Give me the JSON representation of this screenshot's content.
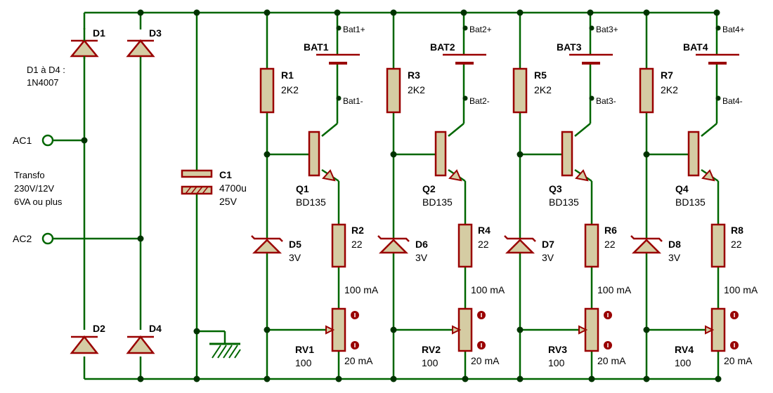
{
  "colors": {
    "wire": "#006600",
    "part": "#990000",
    "fill": "#d5cca3",
    "junction": "#003300",
    "text": "#000000"
  },
  "notes": {
    "diodes_line1": "D1 à D4 :",
    "diodes_line2": "1N4007",
    "transfo_line1": "Transfo",
    "transfo_line2": "230V/12V",
    "transfo_line3": "6VA ou plus"
  },
  "terminals": {
    "ac1": "AC1",
    "ac2": "AC2"
  },
  "bridge": {
    "d1": "D1",
    "d2": "D2",
    "d3": "D3",
    "d4": "D4"
  },
  "capacitor": {
    "ref": "C1",
    "value": "4700u",
    "voltage": "25V"
  },
  "channels": [
    {
      "bat": "BAT1",
      "bat_pos": "Bat1+",
      "bat_neg": "Bat1-",
      "r_base_ref": "R1",
      "r_base_val": "2K2",
      "q_ref": "Q1",
      "q_val": "BD135",
      "zener_ref": "D5",
      "zener_val": "3V",
      "r_emit_ref": "R2",
      "r_emit_val": "22",
      "rv_ref": "RV1",
      "rv_val": "100",
      "current_max": "100 mA",
      "current_min": "20 mA"
    },
    {
      "bat": "BAT2",
      "bat_pos": "Bat2+",
      "bat_neg": "Bat2-",
      "r_base_ref": "R3",
      "r_base_val": "2K2",
      "q_ref": "Q2",
      "q_val": "BD135",
      "zener_ref": "D6",
      "zener_val": "3V",
      "r_emit_ref": "R4",
      "r_emit_val": "22",
      "rv_ref": "RV2",
      "rv_val": "100",
      "current_max": "100 mA",
      "current_min": "20 mA"
    },
    {
      "bat": "BAT3",
      "bat_pos": "Bat3+",
      "bat_neg": "Bat3-",
      "r_base_ref": "R5",
      "r_base_val": "2K2",
      "q_ref": "Q3",
      "q_val": "BD135",
      "zener_ref": "D7",
      "zener_val": "3V",
      "r_emit_ref": "R6",
      "r_emit_val": "22",
      "rv_ref": "RV3",
      "rv_val": "100",
      "current_max": "100 mA",
      "current_min": "20 mA"
    },
    {
      "bat": "BAT4",
      "bat_pos": "Bat4+",
      "bat_neg": "Bat4-",
      "r_base_ref": "R7",
      "r_base_val": "2K2",
      "q_ref": "Q4",
      "q_val": "BD135",
      "zener_ref": "D8",
      "zener_val": "3V",
      "r_emit_ref": "R8",
      "r_emit_val": "22",
      "rv_ref": "RV4",
      "rv_val": "100",
      "current_max": "100 mA",
      "current_min": "20 mA"
    }
  ]
}
